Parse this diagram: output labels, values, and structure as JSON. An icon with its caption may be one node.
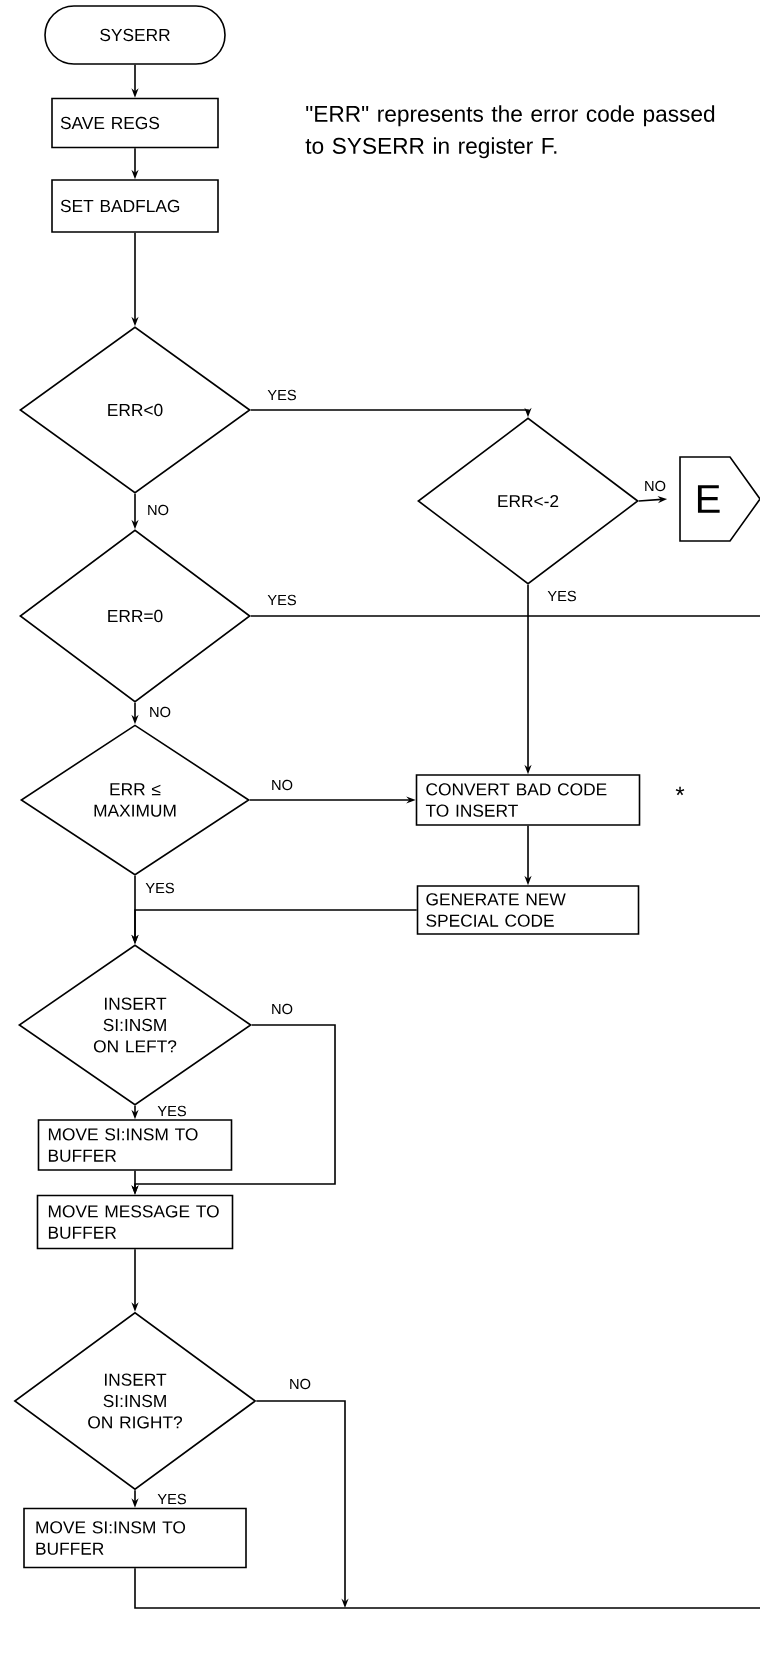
{
  "diagram": {
    "nodes": [
      {
        "text": [
          "SYSERR"
        ]
      },
      {
        "text": [
          "SAVE REGS"
        ]
      },
      {
        "text": [
          "SET BADFLAG"
        ]
      },
      {
        "text": [
          "ERR<0"
        ]
      },
      {
        "text": [
          "ERR<-2"
        ]
      },
      {
        "text": [
          "E"
        ]
      },
      {
        "text": [
          "ERR=0"
        ]
      },
      {
        "text": [
          "ERR ≤ MAXIMUM"
        ]
      },
      {
        "text": [
          "CONVERT BAD CODE TO INSERT"
        ],
        "beside": [
          "*"
        ]
      },
      {
        "text": [
          "GENERATE NEW SPECIAL CODE"
        ]
      },
      {
        "text": [
          "INSERT SI:INSM ON LEFT?"
        ]
      },
      {
        "text": [
          "MOVE SI:INSM TO BUFFER"
        ]
      },
      {
        "text": [
          "MOVE MESSAGE TO BUFFER"
        ]
      },
      {
        "text": [
          "INSERT SI:INSM ON RIGHT?"
        ]
      },
      {
        "text": [
          "MOVE SI:INSM TO BUFFER"
        ]
      }
    ],
    "edges": [
      {
        "from": 0,
        "to": 1,
        "arrow": "to"
      },
      {
        "from": 1,
        "to": 2,
        "arrow": "to"
      },
      {
        "from": 2,
        "to": 3,
        "arrow": "to"
      },
      {
        "from": 3,
        "to": 4,
        "arrow": "to",
        "label": "YES"
      },
      {
        "from": 4,
        "to": 5,
        "arrow": "to",
        "label": "NO"
      },
      {
        "from": 3,
        "to": 6,
        "arrow": "to",
        "label": "NO"
      },
      {
        "from": 6,
        "to": null,
        "arrow": "none",
        "label": "YES"
      },
      {
        "from": 4,
        "to": 8,
        "arrow": "to",
        "label": "YES"
      },
      {
        "from": 6,
        "to": 7,
        "arrow": "to",
        "label": "NO"
      },
      {
        "from": 7,
        "to": 8,
        "arrow": "to",
        "label": "NO"
      },
      {
        "from": 8,
        "to": 9,
        "arrow": "to"
      },
      {
        "from": 7,
        "to": 10,
        "arrow": "to",
        "label": "YES"
      },
      {
        "from": 9,
        "to": 10,
        "arrow": "to"
      },
      {
        "from": 10,
        "to": 11,
        "arrow": "to",
        "label": "YES"
      },
      {
        "from": 10,
        "to": 12,
        "arrow": "to",
        "label": "NO"
      },
      {
        "from": 11,
        "to": 12,
        "arrow": "to"
      },
      {
        "from": 12,
        "to": 13,
        "arrow": "to"
      },
      {
        "from": 13,
        "to": 14,
        "arrow": "to",
        "label": "YES"
      },
      {
        "from": 13,
        "to": null,
        "arrow": "to",
        "label": "NO"
      },
      {
        "from": 14,
        "to": null,
        "arrow": "none"
      }
    ],
    "labels": [
      "\"ERR\" represents the error code passed to SYSERR in register F."
    ]
  }
}
